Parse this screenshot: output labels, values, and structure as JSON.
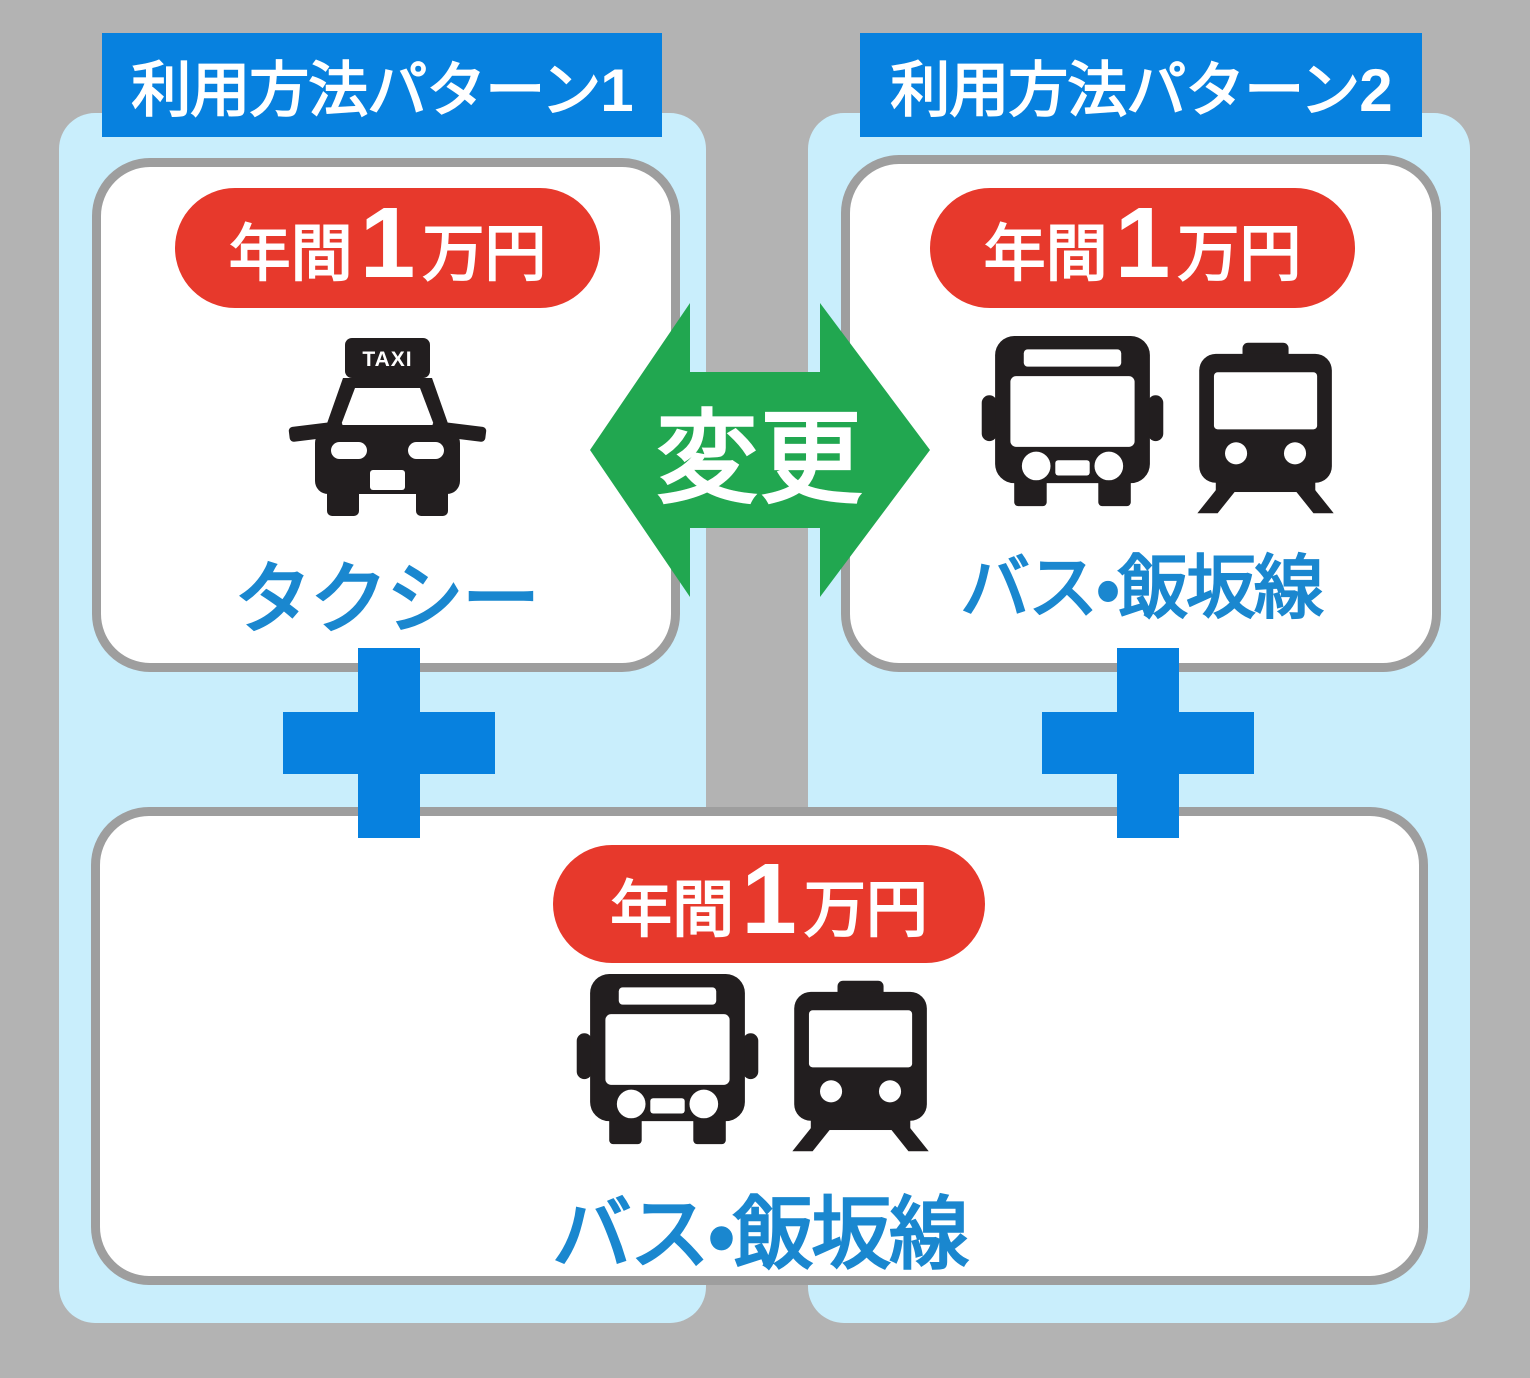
{
  "headers": [
    {
      "label": "利用方法パターン1"
    },
    {
      "label": "利用方法パターン2"
    }
  ],
  "arrow": {
    "label": "変更"
  },
  "cards": [
    {
      "name": "taxi",
      "badge": {
        "prefix": "年間",
        "amount": "1",
        "suffix": "万円"
      },
      "icon": "taxi-icon",
      "taxi_sign": "TAXI",
      "label": "タクシー"
    },
    {
      "name": "bus-iizaka-line",
      "badge": {
        "prefix": "年間",
        "amount": "1",
        "suffix": "万円"
      },
      "icons": [
        "bus-icon",
        "train-icon"
      ],
      "label": "バス・飯坂線"
    },
    {
      "name": "bus-iizaka-line-bottom",
      "badge": {
        "prefix": "年間",
        "amount": "1",
        "suffix": "万円"
      },
      "icons": [
        "bus-icon",
        "train-icon"
      ],
      "label": "バス・飯坂線"
    }
  ],
  "colors": {
    "background_gray": "#B3B3B3",
    "panel_light_blue": "#C9EEFC",
    "accent_blue": "#0781DF",
    "badge_red": "#E7392C",
    "arrow_green": "#21A750",
    "label_blue": "#1A87CF",
    "card_border_gray": "#9E9E9E",
    "icon_black": "#221E1F"
  }
}
